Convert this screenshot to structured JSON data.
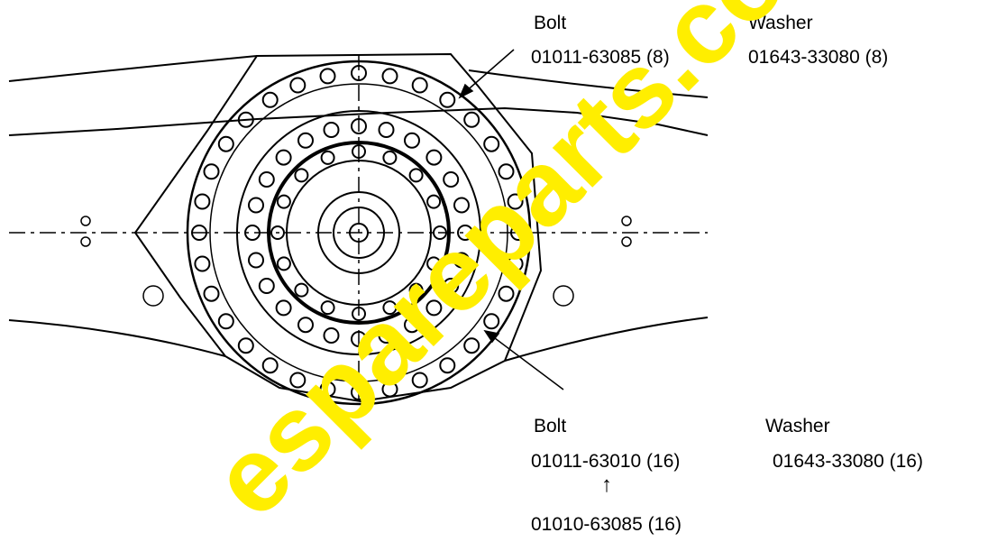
{
  "top_callout": {
    "bolt_title": "Bolt",
    "bolt_part": "01011-63085 (8)",
    "washer_title": "Washer",
    "washer_part": "01643-33080 (8)"
  },
  "bottom_callout": {
    "bolt_title": "Bolt",
    "bolt_part": "01011-63010 (16)",
    "washer_title": "Washer",
    "washer_part": "01643-33080 (16)",
    "arrow_glyph": "↑",
    "alt_bolt_part": "01010-63085 (16)"
  },
  "watermark": {
    "text": "espareparts.co",
    "color": "#ffee00"
  },
  "colors": {
    "line": "#000000",
    "background": "#ffffff"
  }
}
